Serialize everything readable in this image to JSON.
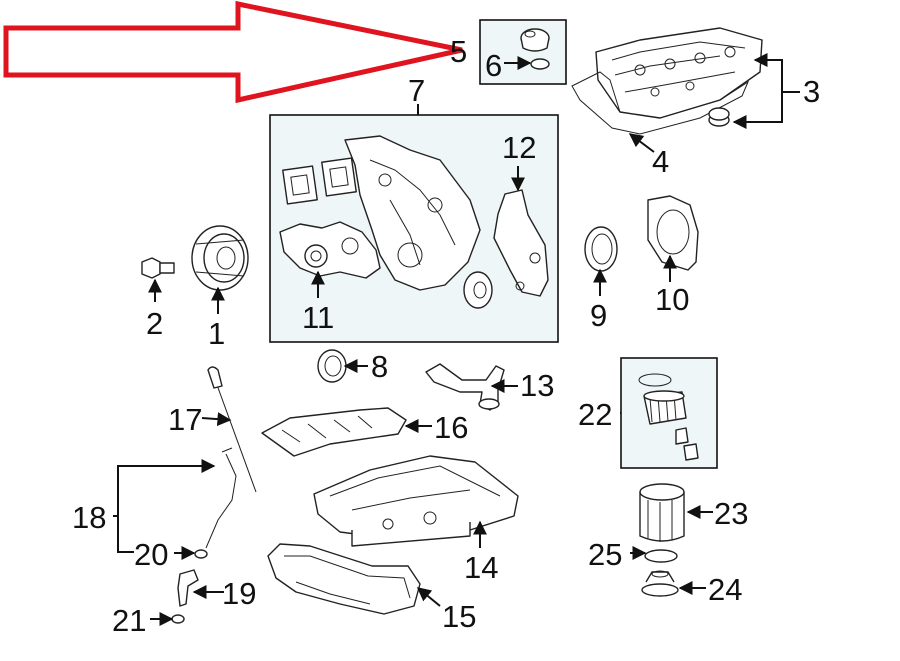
{
  "diagram": {
    "accent_arrow_color": "#e0141e",
    "group_box_fill": "#eef6f8",
    "callouts": [
      {
        "id": "c1",
        "label": "1"
      },
      {
        "id": "c2",
        "label": "2"
      },
      {
        "id": "c3",
        "label": "3"
      },
      {
        "id": "c4",
        "label": "4"
      },
      {
        "id": "c5",
        "label": "5"
      },
      {
        "id": "c6",
        "label": "6"
      },
      {
        "id": "c7",
        "label": "7"
      },
      {
        "id": "c8",
        "label": "8"
      },
      {
        "id": "c9",
        "label": "9"
      },
      {
        "id": "c10",
        "label": "10"
      },
      {
        "id": "c11",
        "label": "11"
      },
      {
        "id": "c12",
        "label": "12"
      },
      {
        "id": "c13",
        "label": "13"
      },
      {
        "id": "c14",
        "label": "14"
      },
      {
        "id": "c15",
        "label": "15"
      },
      {
        "id": "c16",
        "label": "16"
      },
      {
        "id": "c17",
        "label": "17"
      },
      {
        "id": "c18",
        "label": "18"
      },
      {
        "id": "c19",
        "label": "19"
      },
      {
        "id": "c20",
        "label": "20"
      },
      {
        "id": "c21",
        "label": "21"
      },
      {
        "id": "c22",
        "label": "22"
      },
      {
        "id": "c23",
        "label": "23"
      },
      {
        "id": "c24",
        "label": "24"
      },
      {
        "id": "c25",
        "label": "25"
      }
    ]
  }
}
